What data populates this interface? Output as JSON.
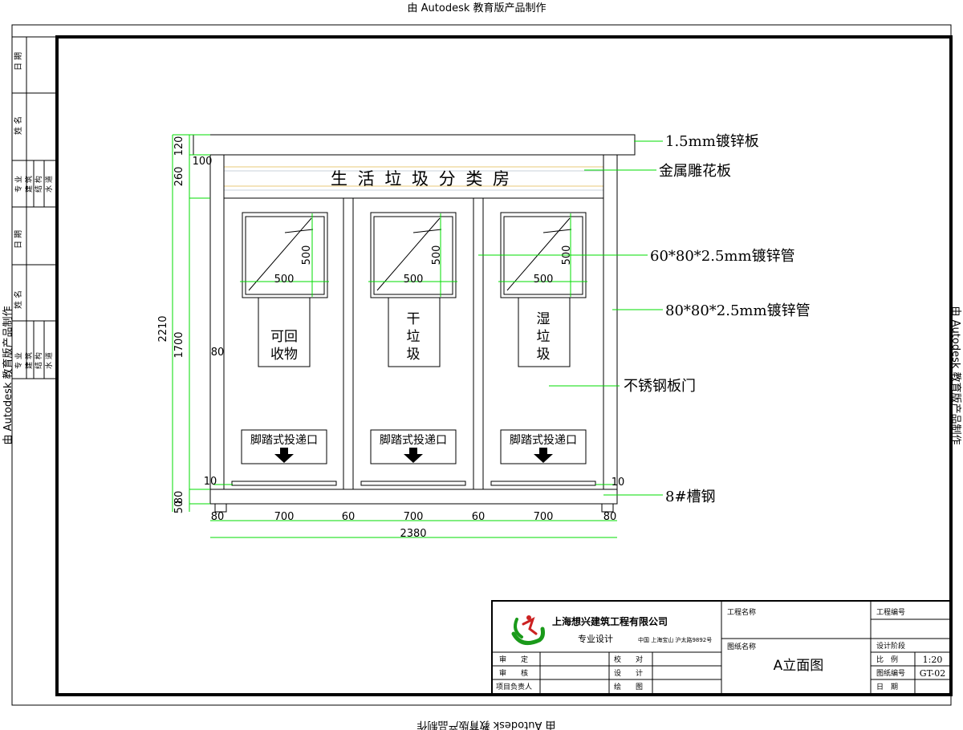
{
  "watermark": {
    "text": "由 Autodesk 教育版产品制作"
  },
  "drawing": {
    "roof_title": "生 活 垃 圾 分 类 房",
    "bins": [
      {
        "label_lines": [
          "可回",
          "收物"
        ],
        "pedal": "脚踏式投递口",
        "w": "500",
        "h": "500"
      },
      {
        "label_lines": [
          "干",
          "垃",
          "圾"
        ],
        "pedal": "脚踏式投递口",
        "w": "500",
        "h": "500"
      },
      {
        "label_lines": [
          "湿",
          "垃",
          "圾"
        ],
        "pedal": "脚踏式投递口",
        "w": "500",
        "h": "500"
      }
    ],
    "callouts": [
      "1.5mm镀锌板",
      "金属雕花板",
      "60*80*2.5mm镀锌管",
      "80*80*2.5mm镀锌管",
      "不锈钢板门",
      "8#槽钢"
    ],
    "dims": {
      "top_120": "120",
      "top_100": "100",
      "d260": "260",
      "d2210": "2210",
      "d1700": "1700",
      "d80_left": "80",
      "d10_left": "10",
      "d10_right": "10",
      "d50": "50",
      "d80_base": "80",
      "horizontal": [
        "80",
        "700",
        "60",
        "700",
        "60",
        "700",
        "80"
      ],
      "total": "2380"
    }
  },
  "side_strip": {
    "labels_a": [
      "日 期",
      "姓 名",
      "专 业",
      "建 筑",
      "结 构",
      "水 道"
    ],
    "labels_b": [
      "日 期",
      "姓 名",
      "专 业",
      "建 筑",
      "结 构",
      "水 道"
    ]
  },
  "title_block": {
    "company": "上海想兴建筑工程有限公司",
    "subtitle": "专业设计",
    "address": "中国 上海宝山 沪太路9892号",
    "rows_left": [
      "审　　定",
      "审　　核",
      "项目负责人"
    ],
    "rows_mid": [
      "校　　对",
      "设　　计",
      "绘　　图"
    ],
    "project_name_label": "工程名称",
    "drawing_name_label": "图纸名称",
    "drawing_name": "A立面图",
    "project_no_label": "工程编号",
    "stage_label": "设计阶段",
    "scale_label": "比　例",
    "scale_value": "1:20",
    "drawing_no_label": "图纸编号",
    "drawing_no_value": "GT-02",
    "date_label": "日　期"
  }
}
